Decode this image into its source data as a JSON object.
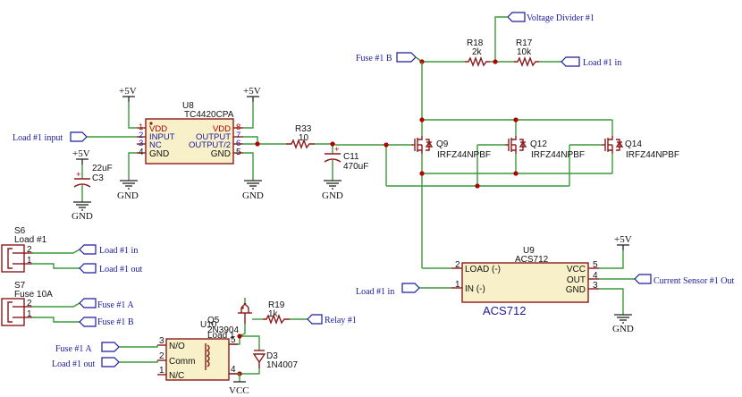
{
  "net_labels": {
    "voltage_divider": "Voltage Divider #1",
    "fuse_b_top": "Fuse #1 B",
    "load_in_top": "Load #1 in",
    "load_input": "Load #1 input",
    "load_in_conn": "Load #1 in",
    "load_out_conn": "Load #1 out",
    "load_in_sensor": "Load #1 in",
    "current_sensor": "Current Sensor #1 Out",
    "fuse_a_conn": "Fuse #1 A",
    "fuse_b_conn": "Fuse #1 B",
    "relay": "Relay #1",
    "fuse_a_relay": "Fuse #1 A",
    "load_out_relay": "Load #1 out"
  },
  "power": {
    "p5v_u8_left": "+5V",
    "p5v_u8_right": "+5V",
    "p5v_c3": "+5V",
    "p5v_u9": "+5V",
    "gnd_u8_left": "GND",
    "gnd_u8_right": "GND",
    "gnd_c11": "GND",
    "gnd_c3": "GND",
    "gnd_u9": "GND",
    "vcc_relay": "VCC"
  },
  "u8": {
    "ref": "U8",
    "value": "TC4420CPA",
    "pins_left": [
      {
        "num": "1",
        "name": "VDD"
      },
      {
        "num": "2",
        "name": "INPUT"
      },
      {
        "num": "3",
        "name": "NC"
      },
      {
        "num": "4",
        "name": "GND"
      }
    ],
    "pins_right": [
      {
        "num": "8",
        "name": "VDD"
      },
      {
        "num": "7",
        "name": "OUTPUT"
      },
      {
        "num": "6",
        "name": "OUTPUT/2"
      },
      {
        "num": "5",
        "name": "GND"
      }
    ]
  },
  "c3": {
    "ref": "C3",
    "value": "22uF"
  },
  "r33": {
    "ref": "R33",
    "value": "10"
  },
  "c11": {
    "ref": "C11",
    "value": "470uF"
  },
  "r18": {
    "ref": "R18",
    "value": "2k"
  },
  "r17": {
    "ref": "R17",
    "value": "10k"
  },
  "mosfets": [
    {
      "ref": "Q9",
      "value": "IRFZ44NPBF"
    },
    {
      "ref": "Q12",
      "value": "IRFZ44NPBF"
    },
    {
      "ref": "Q14",
      "value": "IRFZ44NPBF"
    }
  ],
  "u9": {
    "ref": "U9",
    "value": "ACS712",
    "body_label": "ACS712",
    "pins_left": [
      {
        "num": "2",
        "name": "LOAD (-)"
      },
      {
        "num": "1",
        "name": "IN (-)"
      }
    ],
    "pins_right": [
      {
        "num": "5",
        "name": "VCC"
      },
      {
        "num": "4",
        "name": "OUT"
      },
      {
        "num": "3",
        "name": "GND"
      }
    ]
  },
  "s6": {
    "ref": "S6",
    "value": "Load #1",
    "pins": [
      "2",
      "1"
    ]
  },
  "s7": {
    "ref": "S7",
    "value": "Fuse 10A",
    "pins": [
      "2",
      "1"
    ]
  },
  "q5": {
    "ref": "Q5",
    "value": "2N3904"
  },
  "r19": {
    "ref": "R19",
    "value": "1k"
  },
  "u10": {
    "ref": "U10",
    "value": "Load 1",
    "pins_left": [
      {
        "num": "3",
        "name": "N/O"
      },
      {
        "num": "2",
        "name": "Comm"
      },
      {
        "num": "1",
        "name": "N/C"
      }
    ],
    "pins_right": [
      {
        "num": "5"
      },
      {
        "num": "4"
      }
    ]
  },
  "d3": {
    "ref": "D3",
    "value": "1N4007"
  }
}
